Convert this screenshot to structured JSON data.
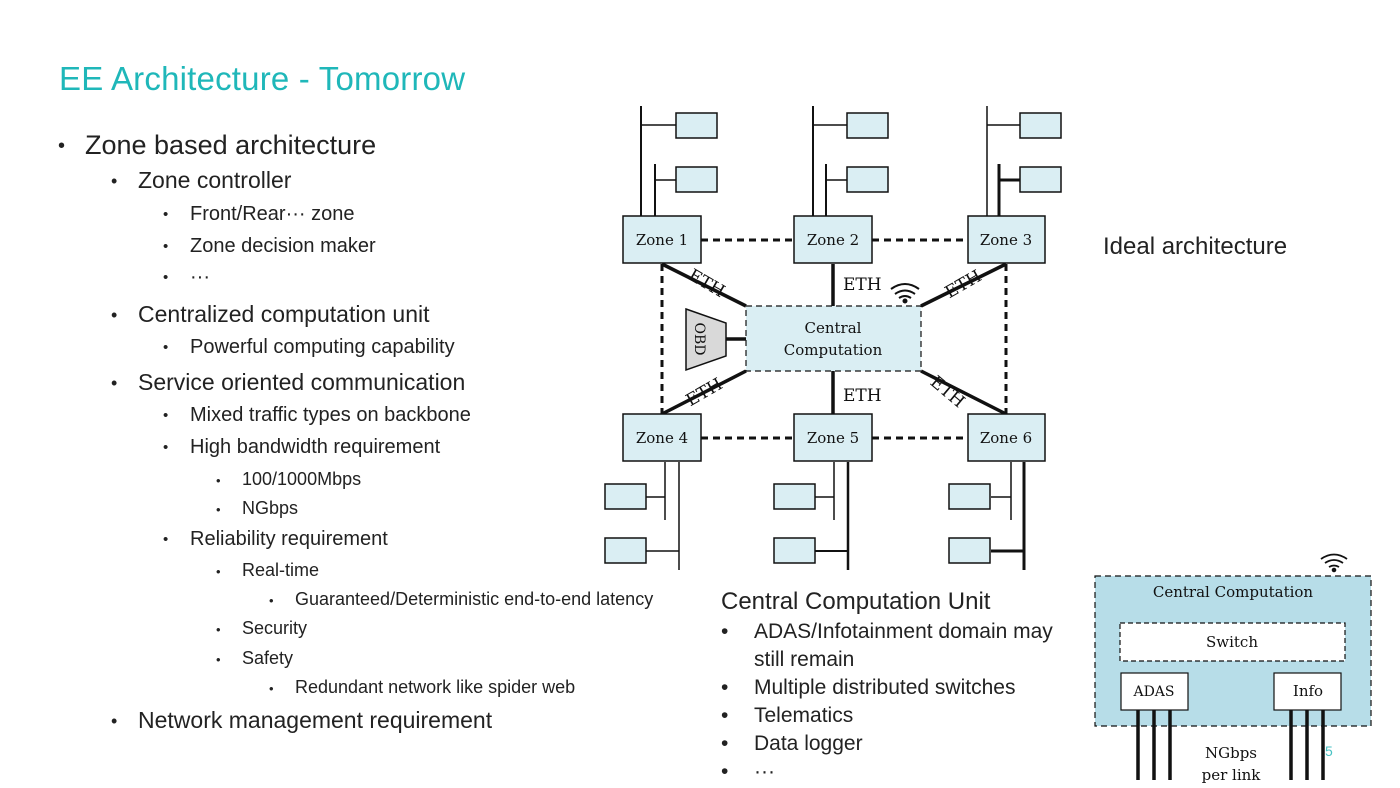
{
  "slide": {
    "title": "EE Architecture - Tomorrow",
    "page_number": "5"
  },
  "bullets": [
    {
      "level": 1,
      "text": "Zone based architecture"
    },
    {
      "level": 2,
      "text": "Zone controller"
    },
    {
      "level": 3,
      "text": "Front/Rear··· zone"
    },
    {
      "level": 3,
      "text": "Zone decision maker"
    },
    {
      "level": 3,
      "text": "···"
    },
    {
      "level": 2,
      "text": "Centralized computation unit"
    },
    {
      "level": 3,
      "text": "Powerful computing capability"
    },
    {
      "level": 2,
      "text": "Service oriented communication"
    },
    {
      "level": 3,
      "text": "Mixed traffic types on backbone"
    },
    {
      "level": 3,
      "text": "High bandwidth requirement"
    },
    {
      "level": 4,
      "text": "100/1000Mbps"
    },
    {
      "level": 4,
      "text": "NGbps"
    },
    {
      "level": 3,
      "text": "Reliability requirement"
    },
    {
      "level": 4,
      "text": "Real-time"
    },
    {
      "level": 5,
      "text": "Guaranteed/Deterministic end-to-end latency"
    },
    {
      "level": 4,
      "text": "Security"
    },
    {
      "level": 4,
      "text": "Safety"
    },
    {
      "level": 5,
      "text": "Redundant network like spider web"
    },
    {
      "level": 2,
      "text": "Network management requirement"
    }
  ],
  "side_label": "Ideal architecture",
  "diagram": {
    "zones": [
      "Zone 1",
      "Zone 2",
      "Zone 3",
      "Zone 4",
      "Zone 5",
      "Zone 6"
    ],
    "central": [
      "Central",
      "Computation"
    ],
    "link_label": "ETH",
    "obd_label": "OBD"
  },
  "ccu_section": {
    "title": "Central Computation Unit",
    "items": [
      "ADAS/Infotainment domain may",
      "still remain",
      "Multiple distributed switches",
      "Telematics",
      "Data logger",
      "···"
    ]
  },
  "ccu_diagram": {
    "title": "Central Computation",
    "switch": "Switch",
    "adas": "ADAS",
    "info": "Info",
    "link_note_1": "NGbps",
    "link_note_2": "per link"
  },
  "colors": {
    "title": "#1fb7b9",
    "box_fill": "#daeef3",
    "ccu_fill": "#b7dde8"
  }
}
